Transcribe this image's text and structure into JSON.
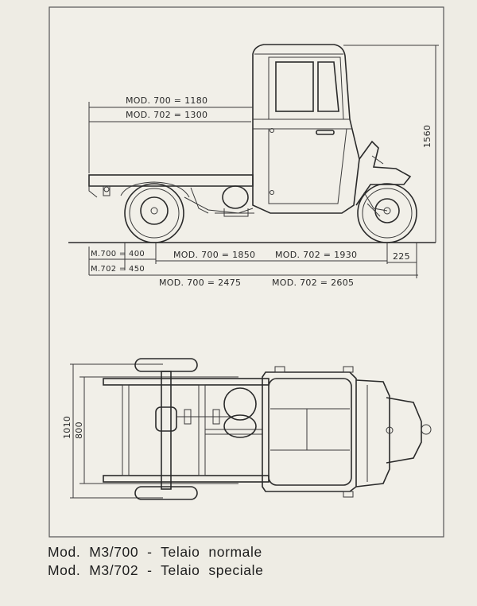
{
  "page_number": "",
  "side_view": {
    "label_700_1180": "MOD. 700 = 1180",
    "label_702_1300": "MOD. 702 = 1300",
    "height_1560": "1560",
    "m700_400": "M.700 = 400",
    "m702_450": "M.702 = 450",
    "mod700_1850": "MOD. 700 = 1850",
    "mod702_1930": "MOD. 702 = 1930",
    "rear_225": "225",
    "mod700_2475": "MOD. 700 = 2475",
    "mod702_2605": "MOD. 702 = 2605"
  },
  "top_view": {
    "width_1010": "1010",
    "width_800": "800"
  },
  "caption": {
    "line1": "Mod.  M3/700  -  Telaio  normale",
    "line2": "Mod.  M3/702  -  Telaio  speciale"
  }
}
